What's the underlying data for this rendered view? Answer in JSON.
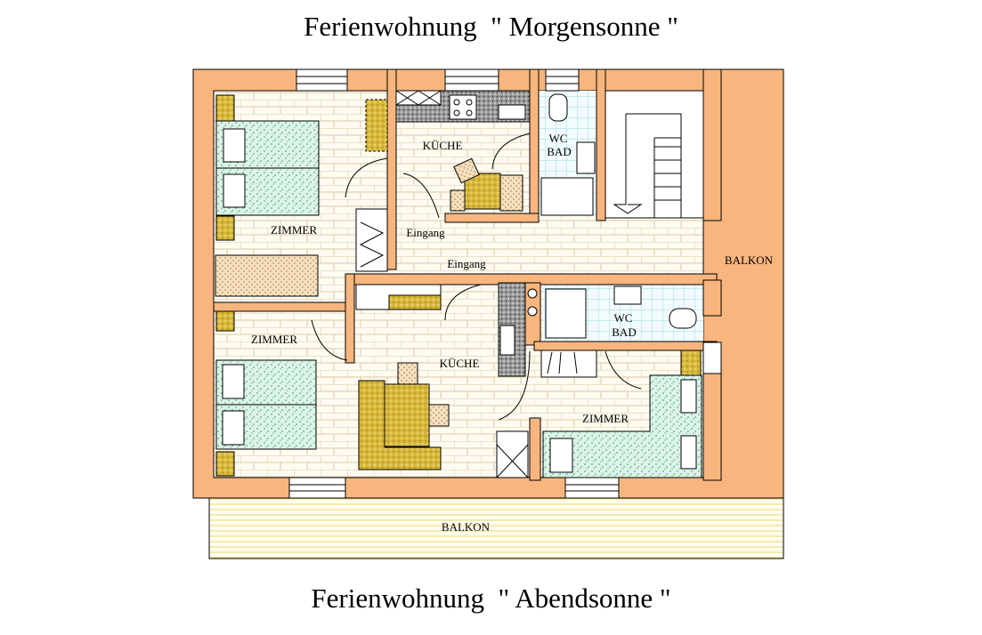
{
  "titles": {
    "top": "Ferienwohnung  \" Morgensonne \"",
    "bottom": "Ferienwohnung  \" Abendsonne \""
  },
  "rooms": {
    "upper_zimmer": "ZIMMER",
    "upper_kueche": "KÜCHE",
    "upper_wc": "WC",
    "upper_bad": "BAD",
    "eingang_1": "Eingang",
    "eingang_2": "Eingang",
    "balkon_right": "BALKON",
    "lower_zimmer_left": "ZIMMER",
    "lower_kueche": "KÜCHE",
    "lower_wc": "WC",
    "lower_bad": "BAD",
    "lower_zimmer_right": "ZIMMER",
    "balkon_bottom": "BALKON"
  },
  "colors": {
    "wall": "#F8B67E",
    "floor": "#FFFBF0",
    "brick_line": "#D8C8A8",
    "bed": "#D8F0E4",
    "bed_dot": "#2E9A68",
    "gold": "#D8B838",
    "tan": "#E8C490",
    "tile": "#E4F6FA",
    "balcony_line": "#E8D870"
  }
}
